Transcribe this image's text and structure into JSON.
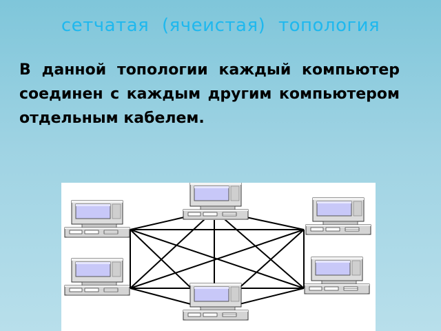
{
  "slide": {
    "title": "сетчатая (ячеистая) топология",
    "body": "В данной топологии каждый компьютер соединен с каждым другим компьютером отдельным кабелем."
  },
  "diagram": {
    "type": "mesh-topology",
    "node_count": 6,
    "nodes": [
      {
        "id": "top"
      },
      {
        "id": "upper-left"
      },
      {
        "id": "upper-right"
      },
      {
        "id": "lower-left"
      },
      {
        "id": "lower-right"
      },
      {
        "id": "bottom"
      }
    ],
    "links": [
      [
        "top",
        "upper-left"
      ],
      [
        "top",
        "upper-right"
      ],
      [
        "top",
        "lower-left"
      ],
      [
        "top",
        "lower-right"
      ],
      [
        "top",
        "bottom"
      ],
      [
        "upper-left",
        "upper-right"
      ],
      [
        "upper-left",
        "lower-left"
      ],
      [
        "upper-left",
        "lower-right"
      ],
      [
        "upper-left",
        "bottom"
      ],
      [
        "upper-right",
        "lower-left"
      ],
      [
        "upper-right",
        "lower-right"
      ],
      [
        "upper-right",
        "bottom"
      ],
      [
        "lower-left",
        "lower-right"
      ],
      [
        "lower-left",
        "bottom"
      ],
      [
        "lower-right",
        "bottom"
      ]
    ]
  },
  "colors": {
    "title": "#1fb8ee",
    "background_top": "#7fc6da",
    "background_bottom": "#b8dfeb",
    "cable": "#000000",
    "screen": "#c8c8f8"
  }
}
